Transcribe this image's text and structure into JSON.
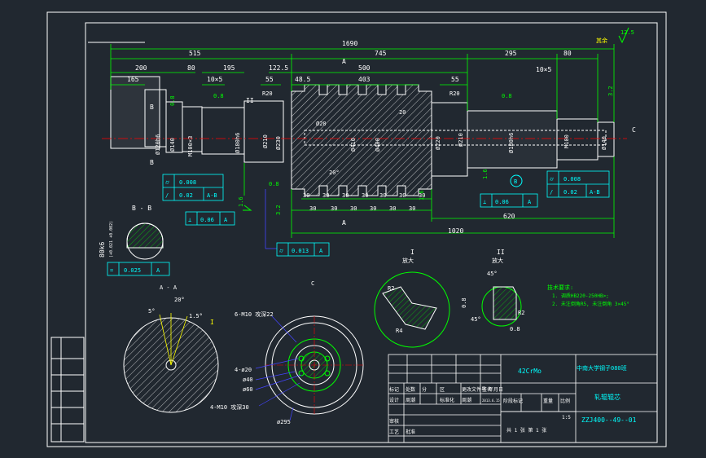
{
  "colors": {
    "background": "#212830",
    "outline": "#ffffff",
    "dimension": "#00ff00",
    "annotation": "#00ffff",
    "hatch": "#ffffff",
    "leader": "#4444ff",
    "accent": "#ff00ff"
  },
  "dims": {
    "overall": "1690",
    "d515": "515",
    "d745": "745",
    "d295": "295",
    "d80a": "80",
    "d200": "200",
    "d80b": "80",
    "d195": "195",
    "d1225": "122.5",
    "d500": "500",
    "d165": "165",
    "d10x5a": "10×5",
    "d55a": "55",
    "d485": "48.5",
    "d403": "403",
    "d55b": "55",
    "d10x5b": "10×5",
    "d620": "620",
    "d1020": "1020"
  },
  "finish": {
    "ra125": "12.5",
    "rest": "其余",
    "r08a": "0.8",
    "r08b": "0.8",
    "r08c": "0.8",
    "r08d": "0.8",
    "r16a": "1.6",
    "r16b": "1.6",
    "r16c": "1.6",
    "r32a": "3.2",
    "r32b": "3.2"
  },
  "diameters": {
    "d120": "Ø120h6",
    "d140": "Ø140",
    "m100": "M100×3",
    "d180": "Ø180h6",
    "d210": "Ø210",
    "d230": "Ø230",
    "d410": "Ø410",
    "d400": "Ø400",
    "d220": "Ø220",
    "d210b": "Ø210",
    "d180b": "Ø180h6",
    "m100b": "M100",
    "d140b": "Ø140",
    "d20": "Ø20",
    "r20a": "R20",
    "r20b": "R20",
    "deg20": "20",
    "deg20b": "20°"
  },
  "tolerances": {
    "left_runout": "0.008",
    "left_conc": "0.02",
    "left_datum": "A-B",
    "right_runout": "0.008",
    "right_conc": "0.02",
    "right_datum": "A-B",
    "perp": "0.06",
    "perp_datum": "A",
    "runout_013": "0.013",
    "runout_013_datum": "A",
    "sym_025": "0.025",
    "sym_025_datum": "A",
    "perp2": "0.06",
    "perp2_datum": "A"
  },
  "sections": {
    "bb_title": "B - B",
    "bb_dim": "80k6",
    "bb_sub": "(+0.021 +0.002)",
    "aa_title": "A - A",
    "c_title": "C",
    "deg5": "5°",
    "deg20": "20°",
    "deg15": "1.5°",
    "roman_i": "I",
    "holes1": "6-M10 攻深22",
    "holes2": "4-ø20",
    "holes3": "ø40",
    "holes4": "ø60",
    "holes5": "4-M10 攻深30",
    "d295": "ø295",
    "detail1_title": "I",
    "detail1_sub": "放大",
    "detail1_r2": "R2",
    "detail1_r4": "R4",
    "detail2_title": "II",
    "detail2_sub": "放大",
    "detail2_deg": "45°",
    "detail2_deg2": "45°",
    "detail2_r2": "R2",
    "detail2_08a": "0.8",
    "detail2_08b": "0.8",
    "label_a": "A",
    "label_b": "B",
    "label_c": "C",
    "label_ii": "II"
  },
  "notes": {
    "title": "技术要求:",
    "line1": "1. 调质HB220-250HB>;",
    "line2": "2. 未注倒角R5, 未注倒角 3×45°"
  },
  "title_block": {
    "material": "42CrMo",
    "school": "中南大学钢子080班",
    "part_name": "轧辊辊芯",
    "drawing_no": "ZZJ400--49--01",
    "scale": "1:5",
    "sheet": "共 1 张 第 1 张",
    "r1c1": "标记",
    "r1c2": "处数",
    "r1c3": "分",
    "r1c4": "区",
    "r1c5": "更改文件号",
    "r1c6": "签名",
    "r1c7": "年月日",
    "r2c1": "设计",
    "r2c2": "周潮",
    "r2c3": "标准化",
    "r2c4": "周潮",
    "r2c5": "2013.6.15",
    "r3c1": "审核",
    "r4c1": "工艺",
    "r4c2": "批准",
    "stage_h": "阶段标记",
    "weight_h": "重量",
    "ratio_h": "比例"
  }
}
